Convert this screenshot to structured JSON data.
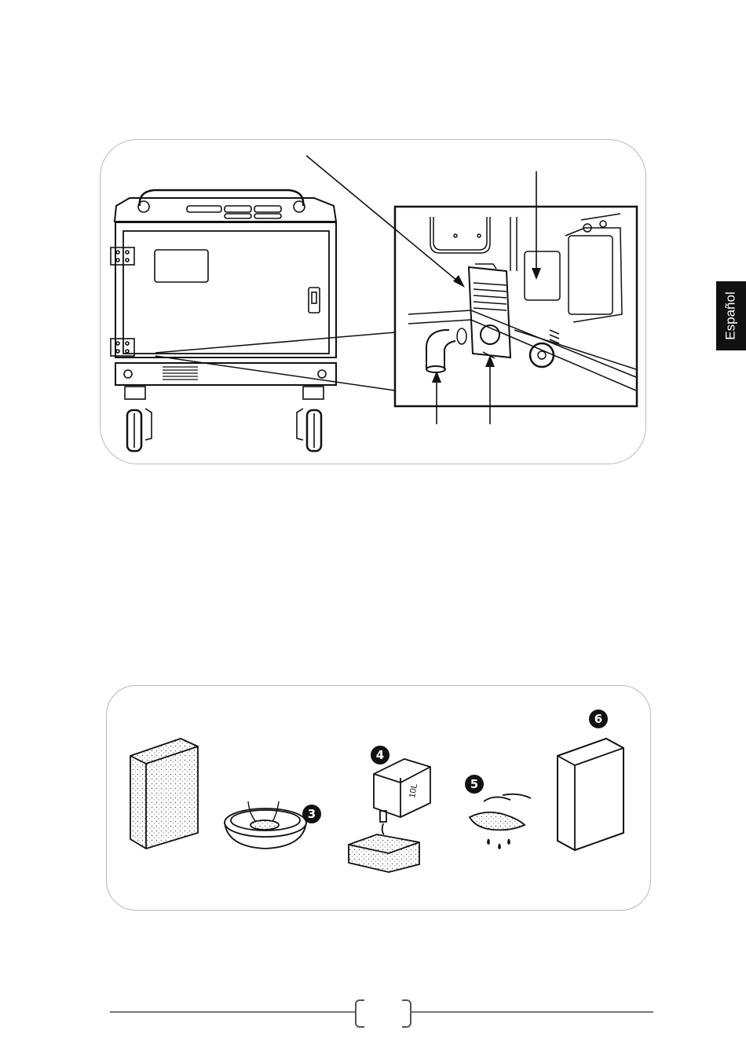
{
  "sidebar_tab": {
    "label": "Español"
  },
  "illustration_top": {
    "canister_label": "10L"
  },
  "steps": [
    {
      "number": "3"
    },
    {
      "number": "4"
    },
    {
      "number": "5"
    },
    {
      "number": "6"
    }
  ],
  "footer": {
    "page_number": ""
  },
  "colors": {
    "panel_border": "#b9b9b9",
    "tab_background": "#111111",
    "footer_line": "#777777"
  }
}
